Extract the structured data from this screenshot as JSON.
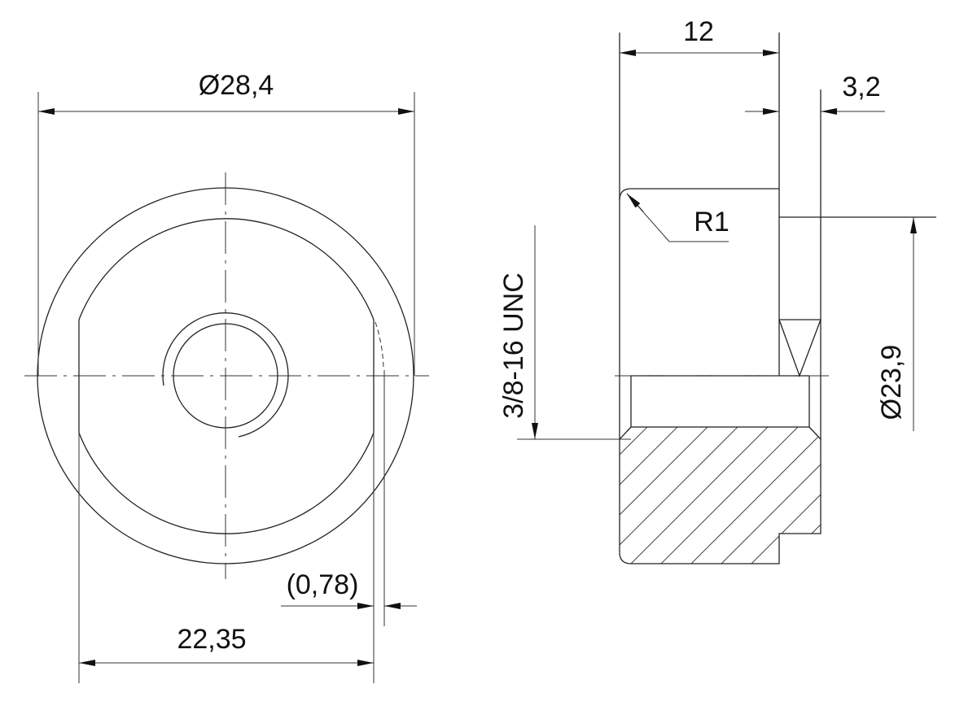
{
  "front_view": {
    "outer_diameter": "Ø28,4",
    "flat_width": "22,35",
    "flat_offset": "(0,78)"
  },
  "section_view": {
    "length": "12",
    "flange_width": "3,2",
    "radius": "R1",
    "thread": "3/8-16 UNC",
    "flange_diameter": "Ø23,9"
  }
}
